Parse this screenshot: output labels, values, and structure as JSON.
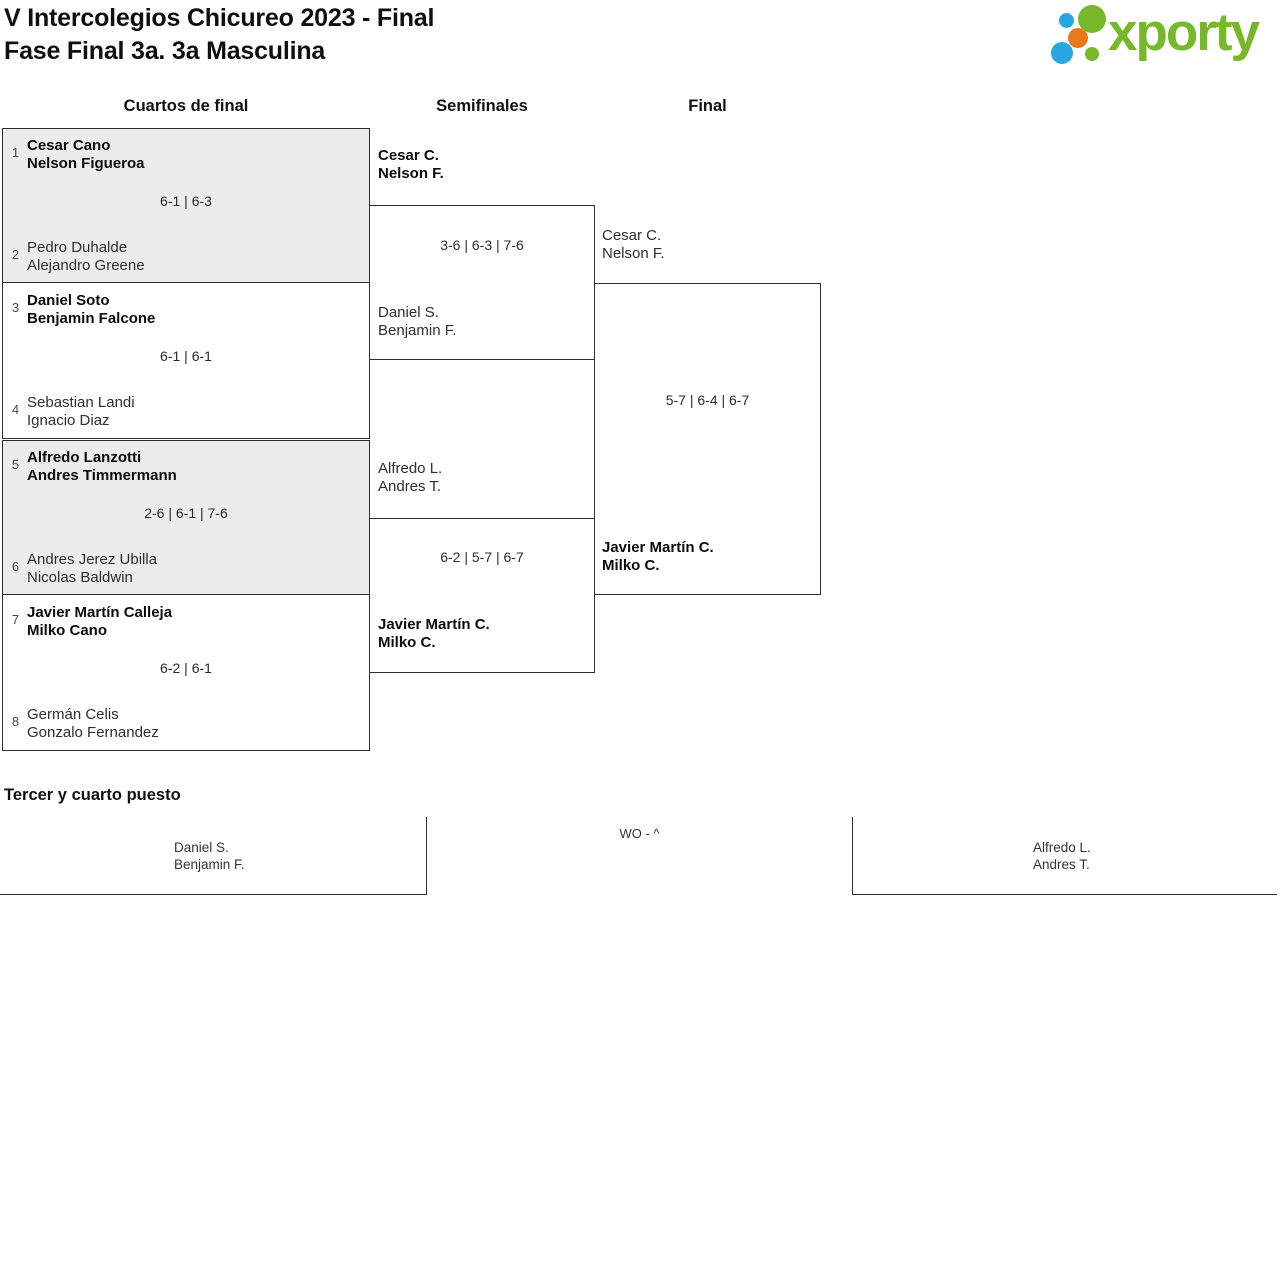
{
  "page": {
    "title_line1": "V Intercolegios Chicureo 2023 - Final",
    "title_line2": "Fase Final 3a. 3a Masculina"
  },
  "logo": {
    "text": "xporty"
  },
  "round_headers": {
    "quarterfinals": "Cuartos de final",
    "semifinals": "Semifinales",
    "final": "Final"
  },
  "quarterfinals": [
    {
      "seed_top": "1",
      "team_top_line1": "Cesar Cano",
      "team_top_line2": "Nelson Figueroa",
      "score": "6-1 | 6-3",
      "seed_bottom": "2",
      "team_bottom_line1": "Pedro Duhalde",
      "team_bottom_line2": "Alejandro Greene"
    },
    {
      "seed_top": "3",
      "team_top_line1": "Daniel Soto",
      "team_top_line2": "Benjamin Falcone",
      "score": "6-1 | 6-1",
      "seed_bottom": "4",
      "team_bottom_line1": "Sebastian Landi",
      "team_bottom_line2": "Ignacio Diaz"
    },
    {
      "seed_top": "5",
      "team_top_line1": "Alfredo Lanzotti",
      "team_top_line2": "Andres Timmermann",
      "score": "2-6 | 6-1 | 7-6",
      "seed_bottom": "6",
      "team_bottom_line1": "Andres Jerez Ubilla",
      "team_bottom_line2": "Nicolas Baldwin"
    },
    {
      "seed_top": "7",
      "team_top_line1": "Javier Martín Calleja",
      "team_top_line2": "Milko Cano",
      "score": "6-2 | 6-1",
      "seed_bottom": "8",
      "team_bottom_line1": "Germán Celis",
      "team_bottom_line2": "Gonzalo Fernandez"
    }
  ],
  "semifinals": [
    {
      "team_top_line1": "Cesar C.",
      "team_top_line2": "Nelson F.",
      "score": "3-6 | 6-3 | 7-6",
      "team_bottom_line1": "Daniel S.",
      "team_bottom_line2": "Benjamin F."
    },
    {
      "team_top_line1": "Alfredo L.",
      "team_top_line2": "Andres T.",
      "score": "6-2 | 5-7 | 6-7",
      "team_bottom_line1": "Javier Martín C.",
      "team_bottom_line2": "Milko C."
    }
  ],
  "final": {
    "team_top_line1": "Cesar C.",
    "team_top_line2": "Nelson F.",
    "score": "5-7 | 6-4 | 6-7",
    "team_bottom_line1": "Javier Martín C.",
    "team_bottom_line2": "Milko C."
  },
  "third_place": {
    "title": "Tercer y cuarto puesto",
    "team_left_line1": "Daniel S.",
    "team_left_line2": "Benjamin F.",
    "score": "WO - ^",
    "team_right_line1": "Alfredo L.",
    "team_right_line2": "Andres T."
  },
  "colors": {
    "brand_green": "#76b82a",
    "brand_blue": "#29a8e0",
    "brand_orange": "#e8791e",
    "box_gray": "#ececec",
    "line": "#2e2e2e"
  }
}
